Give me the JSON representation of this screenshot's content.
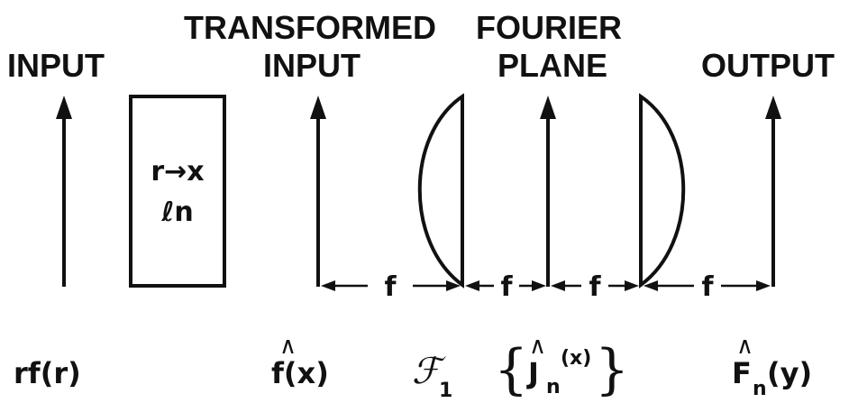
{
  "headings": {
    "input": "INPUT",
    "transformed_line1": "TRANSFORMED",
    "transformed_line2": "INPUT",
    "fourier_line1": "FOURIER",
    "fourier_line2": "PLANE",
    "output": "OUTPUT"
  },
  "transform_box": {
    "line1": "r→x",
    "line2": "ℓn"
  },
  "focal_label": "f",
  "bottom_labels": {
    "input_fn": "rf(r)",
    "transformed_hat": "∧",
    "transformed_fn": "f(x)",
    "fourier_operator": "ℱ",
    "fourier_subscript": "1",
    "fourier_brace_open": "{",
    "fourier_hat": "∧",
    "fourier_J": "J",
    "fourier_J_sub": "n",
    "fourier_J_arg": "(x)",
    "fourier_brace_close": "}",
    "output_hat": "∧",
    "output_F": "F",
    "output_F_sub": "n",
    "output_F_arg": "(y)"
  }
}
